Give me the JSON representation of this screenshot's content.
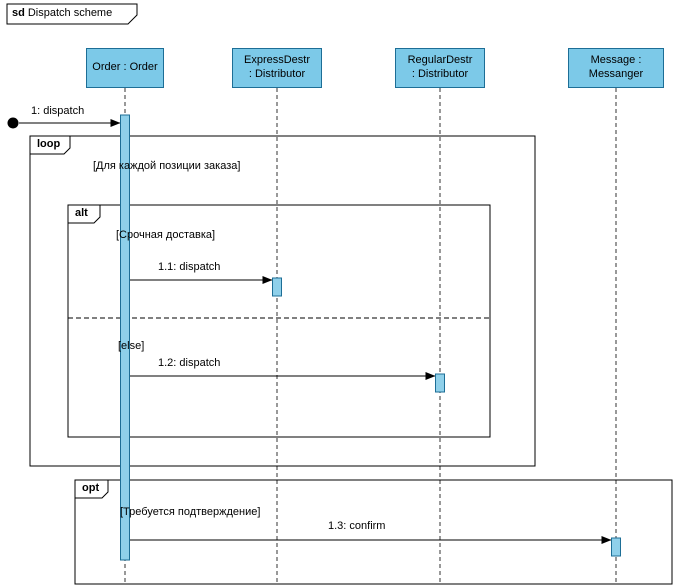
{
  "colors": {
    "head_fill": "#7CC9E8",
    "head_stroke": "#1D6E96",
    "activation_fill": "#8FD0EA",
    "activation_stroke": "#1D6E96"
  },
  "frame": {
    "operator": "sd",
    "title": "Dispatch scheme"
  },
  "lifelines": [
    {
      "line1": "Order : Order",
      "line2": ""
    },
    {
      "line1": "ExpressDestr",
      "line2": ": Distributor"
    },
    {
      "line1": "RegularDestr",
      "line2": ": Distributor"
    },
    {
      "line1": "Message :",
      "line2": "Messanger"
    }
  ],
  "fragments": {
    "loop": {
      "operator": "loop",
      "guard": "[Для каждой позиции заказа]"
    },
    "alt": {
      "operator": "alt",
      "guard1": "[Срочная доставка]",
      "guard2": "[else]"
    },
    "opt": {
      "operator": "opt",
      "guard": "[Требуется подтверждение]"
    }
  },
  "messages": {
    "m1": "1: dispatch",
    "m11": "1.1: dispatch",
    "m12": "1.2: dispatch",
    "m13": "1.3: confirm"
  }
}
